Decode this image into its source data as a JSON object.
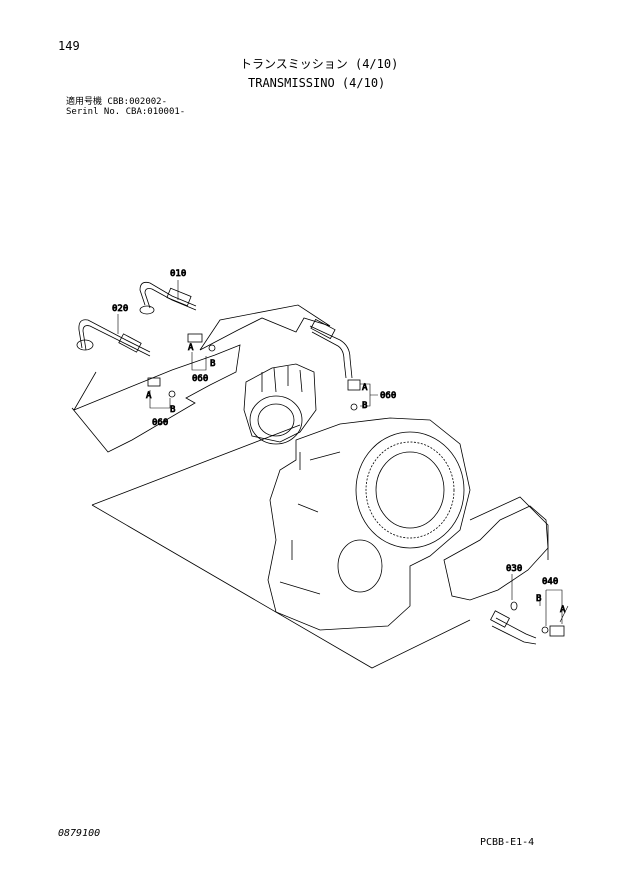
{
  "header": {
    "page_number": "149",
    "title_jp": "トランスミッション (4/10)",
    "title_en": "TRANSMISSINO (4/10)"
  },
  "applicability": {
    "line1": "適用号機 CBB:002002-",
    "line2": "Serinl No. CBA:010001-"
  },
  "callouts": {
    "p010": "010",
    "p020": "020",
    "p030": "030",
    "p040": "040",
    "p060_a": "060",
    "p060_b": "060",
    "p060_c": "060",
    "A": "A",
    "B": "B"
  },
  "footer": {
    "doc_code": "0879100",
    "plate_code": "PCBB-E1-4"
  }
}
